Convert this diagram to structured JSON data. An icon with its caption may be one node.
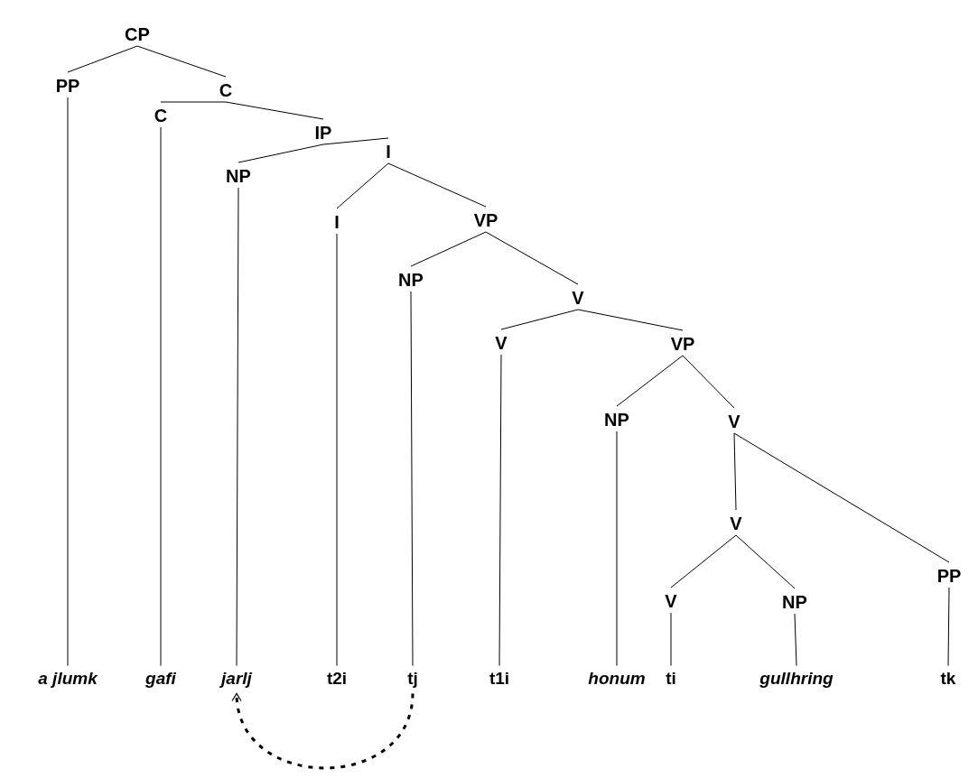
{
  "diagram": {
    "nodes": [
      {
        "text": [
          "CP"
        ]
      },
      {
        "text": [
          "PP"
        ]
      },
      {
        "text": [
          "C"
        ]
      },
      {
        "text": [
          "C"
        ]
      },
      {
        "text": [
          "IP"
        ]
      },
      {
        "text": [
          "I"
        ]
      },
      {
        "text": [
          "NP"
        ]
      },
      {
        "text": [
          "VP"
        ]
      },
      {
        "text": [
          "I"
        ]
      },
      {
        "text": [
          "NP"
        ]
      },
      {
        "text": [
          "V"
        ]
      },
      {
        "text": [
          "V"
        ]
      },
      {
        "text": [
          "VP"
        ]
      },
      {
        "text": [
          "NP"
        ]
      },
      {
        "text": [
          "V"
        ]
      },
      {
        "text": [
          "V"
        ]
      },
      {
        "text": [
          "PP"
        ]
      },
      {
        "text": [
          "V"
        ]
      },
      {
        "text": [
          "NP"
        ]
      },
      {
        "text": [
          "a jlumk"
        ]
      },
      {
        "text": [
          "gafi"
        ]
      },
      {
        "text": [
          "jarlj"
        ]
      },
      {
        "text": [
          "t2i"
        ]
      },
      {
        "text": [
          "tj"
        ]
      },
      {
        "text": [
          "t1i"
        ]
      },
      {
        "text": [
          "honum"
        ]
      },
      {
        "text": [
          "ti"
        ]
      },
      {
        "text": [
          "gullhring"
        ]
      },
      {
        "text": [
          "tk"
        ]
      }
    ],
    "edges": [
      {
        "from": 0,
        "to": 1,
        "arrow": "none"
      },
      {
        "from": 0,
        "to": 2,
        "arrow": "none"
      },
      {
        "from": 2,
        "to": 3,
        "arrow": "none"
      },
      {
        "from": 2,
        "to": 4,
        "arrow": "none"
      },
      {
        "from": 4,
        "to": 6,
        "arrow": "none"
      },
      {
        "from": 4,
        "to": 5,
        "arrow": "none"
      },
      {
        "from": 5,
        "to": 8,
        "arrow": "none"
      },
      {
        "from": 5,
        "to": 7,
        "arrow": "none"
      },
      {
        "from": 7,
        "to": 9,
        "arrow": "none"
      },
      {
        "from": 7,
        "to": 10,
        "arrow": "none"
      },
      {
        "from": 10,
        "to": 11,
        "arrow": "none"
      },
      {
        "from": 10,
        "to": 12,
        "arrow": "none"
      },
      {
        "from": 12,
        "to": 13,
        "arrow": "none"
      },
      {
        "from": 12,
        "to": 14,
        "arrow": "none"
      },
      {
        "from": 14,
        "to": 15,
        "arrow": "none"
      },
      {
        "from": 14,
        "to": 16,
        "arrow": "none"
      },
      {
        "from": 15,
        "to": 17,
        "arrow": "none"
      },
      {
        "from": 15,
        "to": 18,
        "arrow": "none"
      },
      {
        "from": 1,
        "to": 19,
        "arrow": "none"
      },
      {
        "from": 3,
        "to": 20,
        "arrow": "none"
      },
      {
        "from": 6,
        "to": 21,
        "arrow": "none"
      },
      {
        "from": 8,
        "to": 22,
        "arrow": "none"
      },
      {
        "from": 9,
        "to": 23,
        "arrow": "none"
      },
      {
        "from": 11,
        "to": 24,
        "arrow": "none"
      },
      {
        "from": 13,
        "to": 25,
        "arrow": "none"
      },
      {
        "from": 17,
        "to": 26,
        "arrow": "none"
      },
      {
        "from": 18,
        "to": 27,
        "arrow": "none"
      },
      {
        "from": 16,
        "to": 28,
        "arrow": "none"
      },
      {
        "from": 23,
        "to": 21,
        "arrow": "to",
        "style": "dashed"
      }
    ]
  }
}
